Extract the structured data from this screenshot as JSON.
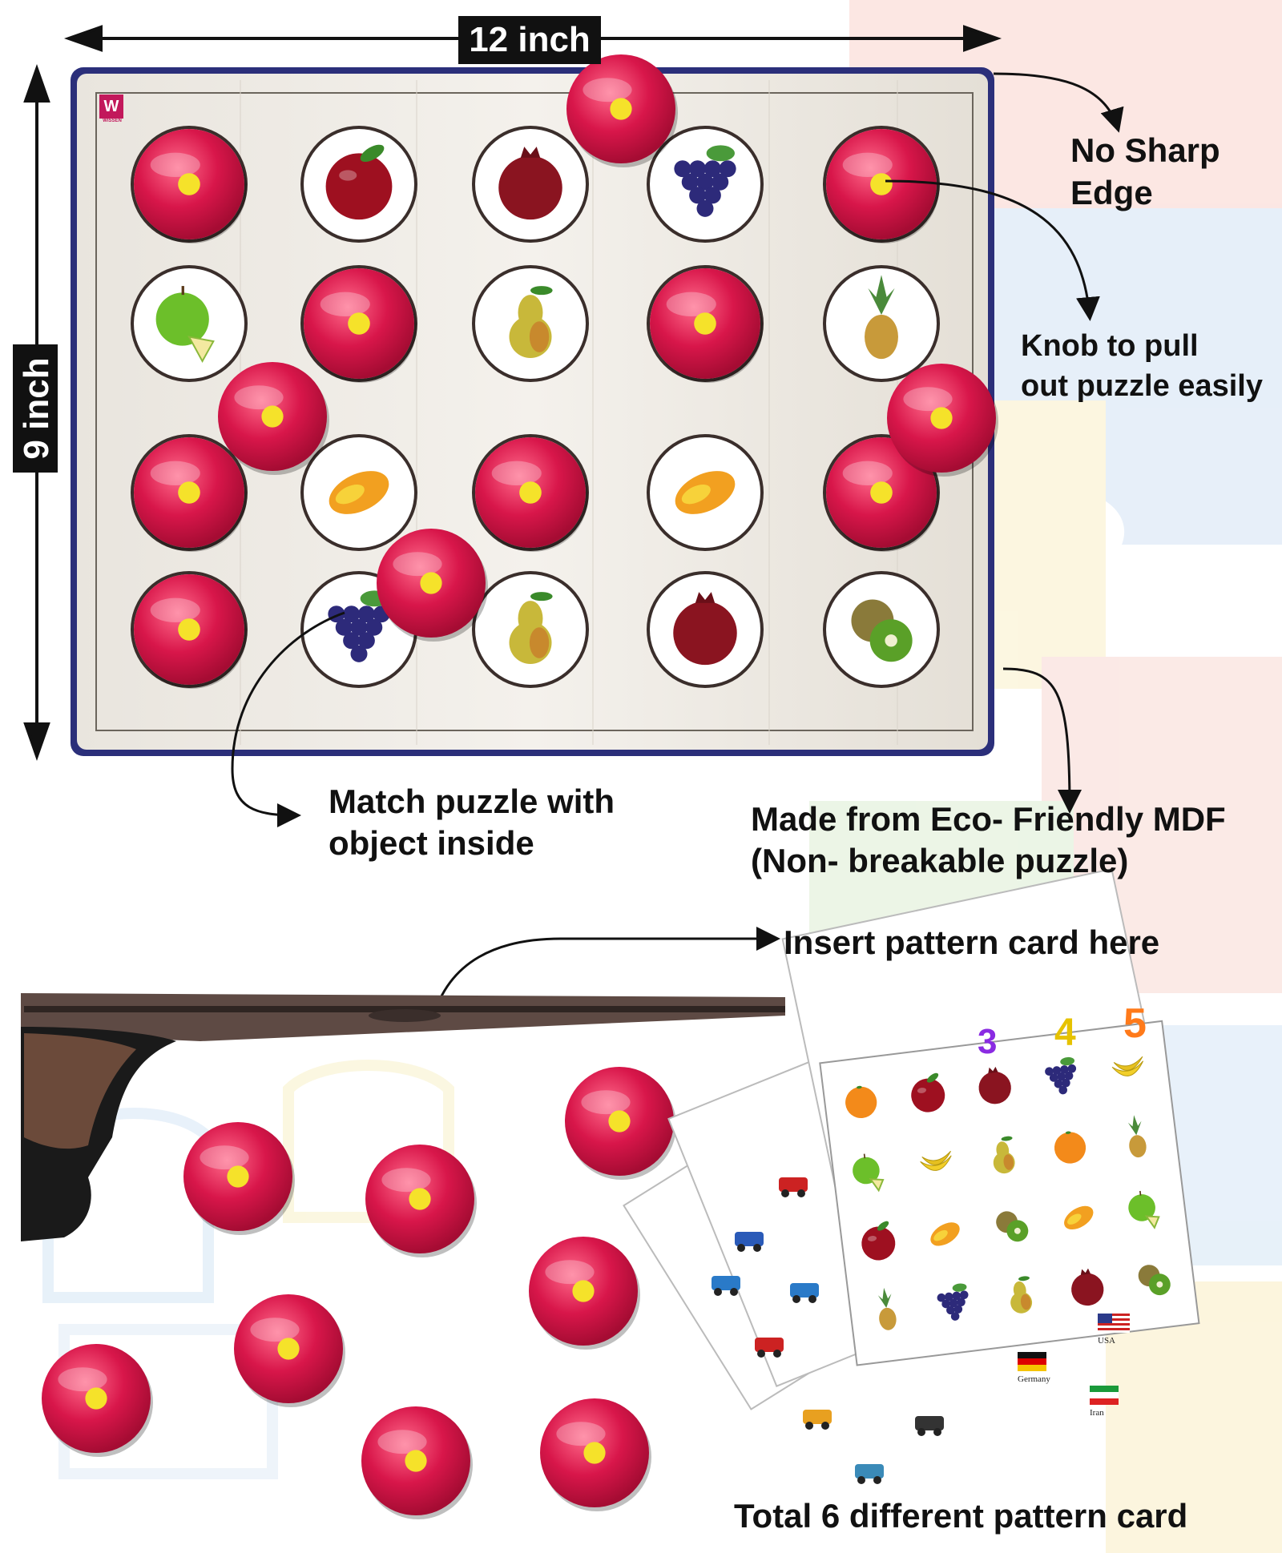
{
  "colors": {
    "board_border": "#2b2f7a",
    "knob": "#f5e22a",
    "disc": "#d8164a",
    "text": "#111111"
  },
  "brand": {
    "logo_text": "WISSEN"
  },
  "dimensions": {
    "width_label": "12 inch",
    "height_label": "9 inch"
  },
  "callouts": {
    "edge": [
      "No Sharp",
      "Edge"
    ],
    "knob": [
      "Knob to pull",
      "out puzzle easily"
    ],
    "match": [
      "Match puzzle with",
      "object inside"
    ],
    "material": [
      "Made from Eco- Friendly MDF",
      "(Non- breakable puzzle)"
    ],
    "insert": "Insert  pattern card here",
    "total": "Total 6 different pattern card"
  },
  "board_slots": [
    [
      "disc",
      "apple",
      "pomegranate",
      "grapes",
      "disc"
    ],
    [
      "green-apple",
      "disc",
      "pear",
      "disc",
      "pineapple"
    ],
    [
      "disc",
      "mango",
      "disc",
      "mango",
      "disc"
    ],
    [
      "disc",
      "grapes",
      "pear",
      "pomegranate",
      "kiwi"
    ]
  ],
  "pattern_card_back": {
    "numbers": [
      "3",
      "4",
      "5"
    ]
  },
  "pattern_card_flags": [
    "USA",
    "Germany",
    "Iran"
  ],
  "pattern_card_front": [
    [
      "orange",
      "apple",
      "pomegranate",
      "grapes",
      "banana"
    ],
    [
      "green-apple",
      "banana",
      "pear",
      "orange",
      "pineapple"
    ],
    [
      "apple",
      "mango",
      "kiwi",
      "mango",
      "green-apple"
    ],
    [
      "pineapple",
      "grapes",
      "pear",
      "pomegranate",
      "kiwi"
    ]
  ]
}
